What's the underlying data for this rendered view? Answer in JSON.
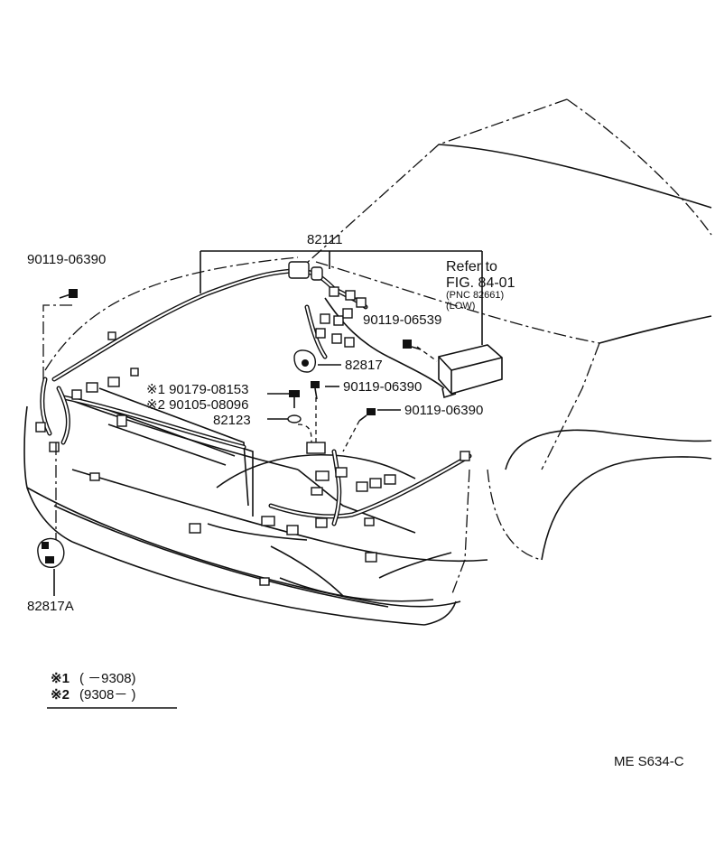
{
  "parts": {
    "p82111": "82111",
    "p90119_06390_top": "90119-06390",
    "ref_line1": "Refer to",
    "ref_line2": "FIG. 84-01",
    "ref_line3": "(PNC 82661)",
    "ref_line4": "(LOW)",
    "p90119_06539": "90119-06539",
    "p82817": "82817",
    "p90179_08153": "※1 90179-08153",
    "p90105_08096": "※2 90105-08096",
    "p90119_06390_mid": "90119-06390",
    "p82123": "82123",
    "p90119_06390_right": "90119-06390",
    "p82817A": "82817A"
  },
  "notes": {
    "note1_mark": "※1",
    "note1_range": "(      －9308)",
    "note2_mark": "※2",
    "note2_range": "(9308－      )"
  },
  "code": "ME  S634-C"
}
